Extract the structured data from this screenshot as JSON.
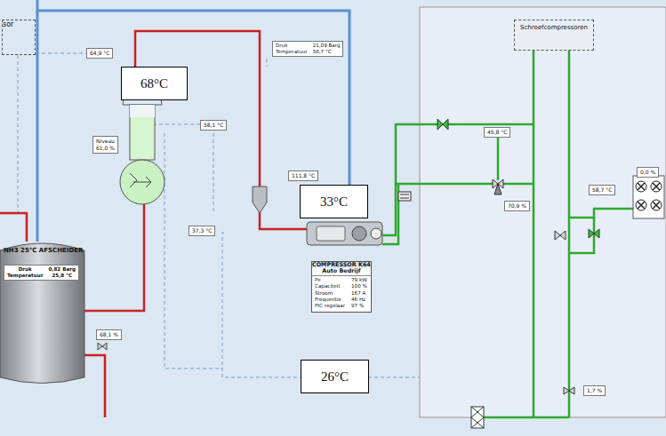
{
  "diagram": {
    "nodes": [
      {
        "text": [
          "sor"
        ]
      },
      {
        "text": [
          "64,9 °C"
        ]
      },
      {
        "text": [
          "Druk",
          "21,09 Barg",
          "Temperatuur",
          "58,7 °C"
        ]
      },
      {
        "text": [
          "68°C"
        ]
      },
      {
        "text": [
          "58,1 °C"
        ]
      },
      {
        "text": [
          "Niveau",
          "61,0 %"
        ]
      },
      {
        "text": [
          "111,8 °C"
        ]
      },
      {
        "text": [
          "33°C"
        ]
      },
      {
        "text": [
          "37,3 °C"
        ]
      },
      {
        "text": [
          "NH3 25°C AFSCHEIDER"
        ]
      },
      {
        "text": [
          "Druk",
          "0,82 Barg",
          "Temperatuur",
          "25,8 °C"
        ],
        "in": 9
      },
      {
        "text": [
          "68,1 %"
        ]
      },
      {
        "text": [
          "COMPRESSOR K64",
          "Auto Bedrijf",
          "Pe",
          "79 kW",
          "Capaciteit",
          "100 %",
          "Stroom",
          "167 A",
          "Frequentie",
          "46 Hz",
          "PIC regelaar",
          "97 %"
        ]
      },
      {
        "text": [
          "26°C"
        ]
      },
      {
        "text": [
          "Schroefcompressoren"
        ]
      },
      {
        "text": [
          "45,8 °C"
        ]
      },
      {
        "text": [
          "70,9 %"
        ]
      },
      {
        "text": [
          "58,7 °C"
        ]
      },
      {
        "text": [
          "0,0 %"
        ]
      },
      {
        "text": [
          "1,7 %"
        ]
      }
    ],
    "edges": [
      {
        "from": 0,
        "to": 1,
        "arrow": "none"
      }
    ]
  }
}
